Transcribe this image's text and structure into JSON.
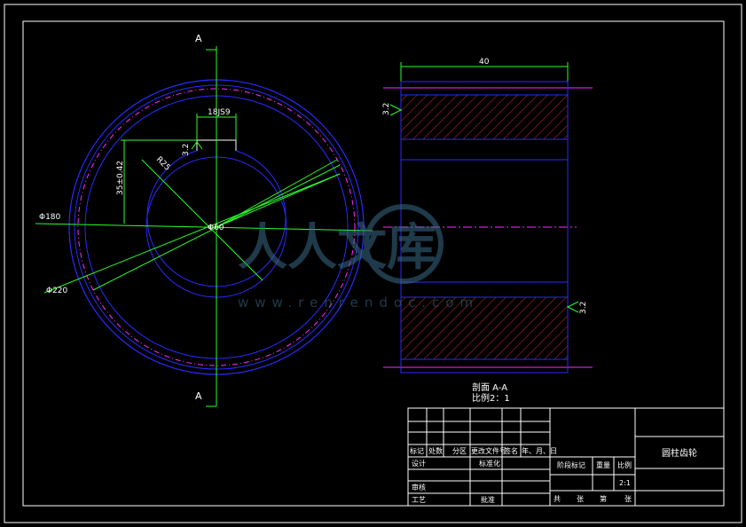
{
  "drawing": {
    "section_mark_top": "A",
    "section_mark_bottom": "A",
    "section_title": "剖面 A-A",
    "section_scale": "比例2：1",
    "dimensions": {
      "face_width": "40",
      "bore": "Φ60",
      "keyway_width": "18JS9",
      "keyway_depth": "35±0.42",
      "left_dim": "Φ180",
      "lower_dim": "Φ220",
      "angled_dim": "R25",
      "roughness_1": "3.2",
      "roughness_2": "3.2",
      "roughness_3": "3.2"
    }
  },
  "watermark": {
    "text": "人人文库",
    "url": "www.renrendoc.com"
  },
  "title_block": {
    "row_labels": [
      "标记",
      "处数",
      "分区",
      "更改文件号",
      "签名",
      "年、月、日"
    ],
    "design": "设计",
    "standardize": "标准化",
    "review": "审核",
    "process": "工艺",
    "approve": "批准",
    "stage_mark": "阶段标记",
    "weight": "重量",
    "scale_label": "比例",
    "scale_value": "2:1",
    "sheets_total": "共",
    "sheet_unit1": "张",
    "sheet_no": "第",
    "sheet_unit2": "张",
    "part_name": "圆柱齿轮"
  },
  "colors": {
    "outline": "#ffffff",
    "blue": "#2a2aff",
    "magenta": "#ff2aff",
    "green": "#2aff2a",
    "red": "#d02a2a"
  }
}
